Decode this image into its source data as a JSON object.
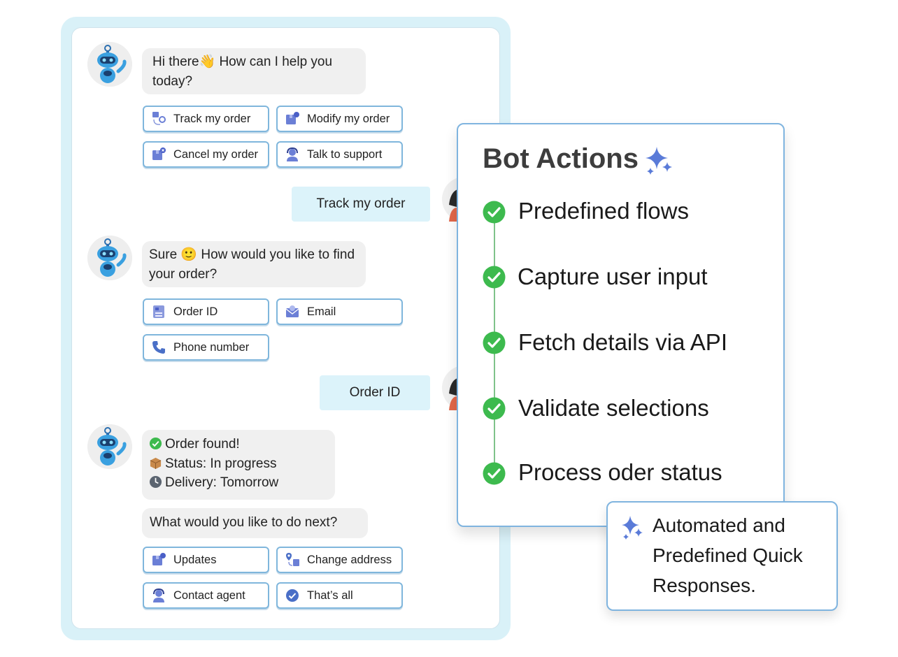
{
  "chat": {
    "messages": [
      {
        "sender": "bot",
        "text": "Hi there👋 How can I help you today?"
      },
      {
        "sender": "user",
        "text": "Track my order"
      },
      {
        "sender": "bot",
        "text": "Sure 🙂 How would you like to find your order?"
      },
      {
        "sender": "user",
        "text": "Order ID"
      },
      {
        "sender": "bot",
        "lines": [
          "Order found!",
          "Status: In progress",
          "Delivery: Tomorrow"
        ]
      },
      {
        "sender": "bot",
        "text": "What would you like to do next?"
      }
    ],
    "quick_replies_1": [
      {
        "label": "Track my order",
        "icon": "track-order-icon"
      },
      {
        "label": "Modify my order",
        "icon": "modify-order-icon"
      },
      {
        "label": "Cancel my order",
        "icon": "cancel-order-icon"
      },
      {
        "label": "Talk to support",
        "icon": "support-agent-icon"
      }
    ],
    "quick_replies_2": [
      {
        "label": "Order ID",
        "icon": "order-id-icon"
      },
      {
        "label": "Email",
        "icon": "email-icon"
      },
      {
        "label": "Phone number",
        "icon": "phone-icon"
      }
    ],
    "quick_replies_3": [
      {
        "label": "Updates",
        "icon": "updates-icon"
      },
      {
        "label": "Change address",
        "icon": "change-address-icon"
      },
      {
        "label": "Contact agent",
        "icon": "contact-agent-icon"
      },
      {
        "label": "That’s all",
        "icon": "check-circle-icon"
      }
    ]
  },
  "bot_actions": {
    "title": "Bot Actions",
    "items": [
      "Predefined flows",
      "Capture user input",
      "Fetch details via API",
      "Validate selections",
      "Process oder status"
    ]
  },
  "callout": {
    "text": "Automated and Predefined Quick Responses."
  },
  "colors": {
    "panel_bg": "#d9f1f8",
    "button_border": "#7fb6dc",
    "check_green": "#3dba4e",
    "sparkle": "#5a7bd8"
  }
}
